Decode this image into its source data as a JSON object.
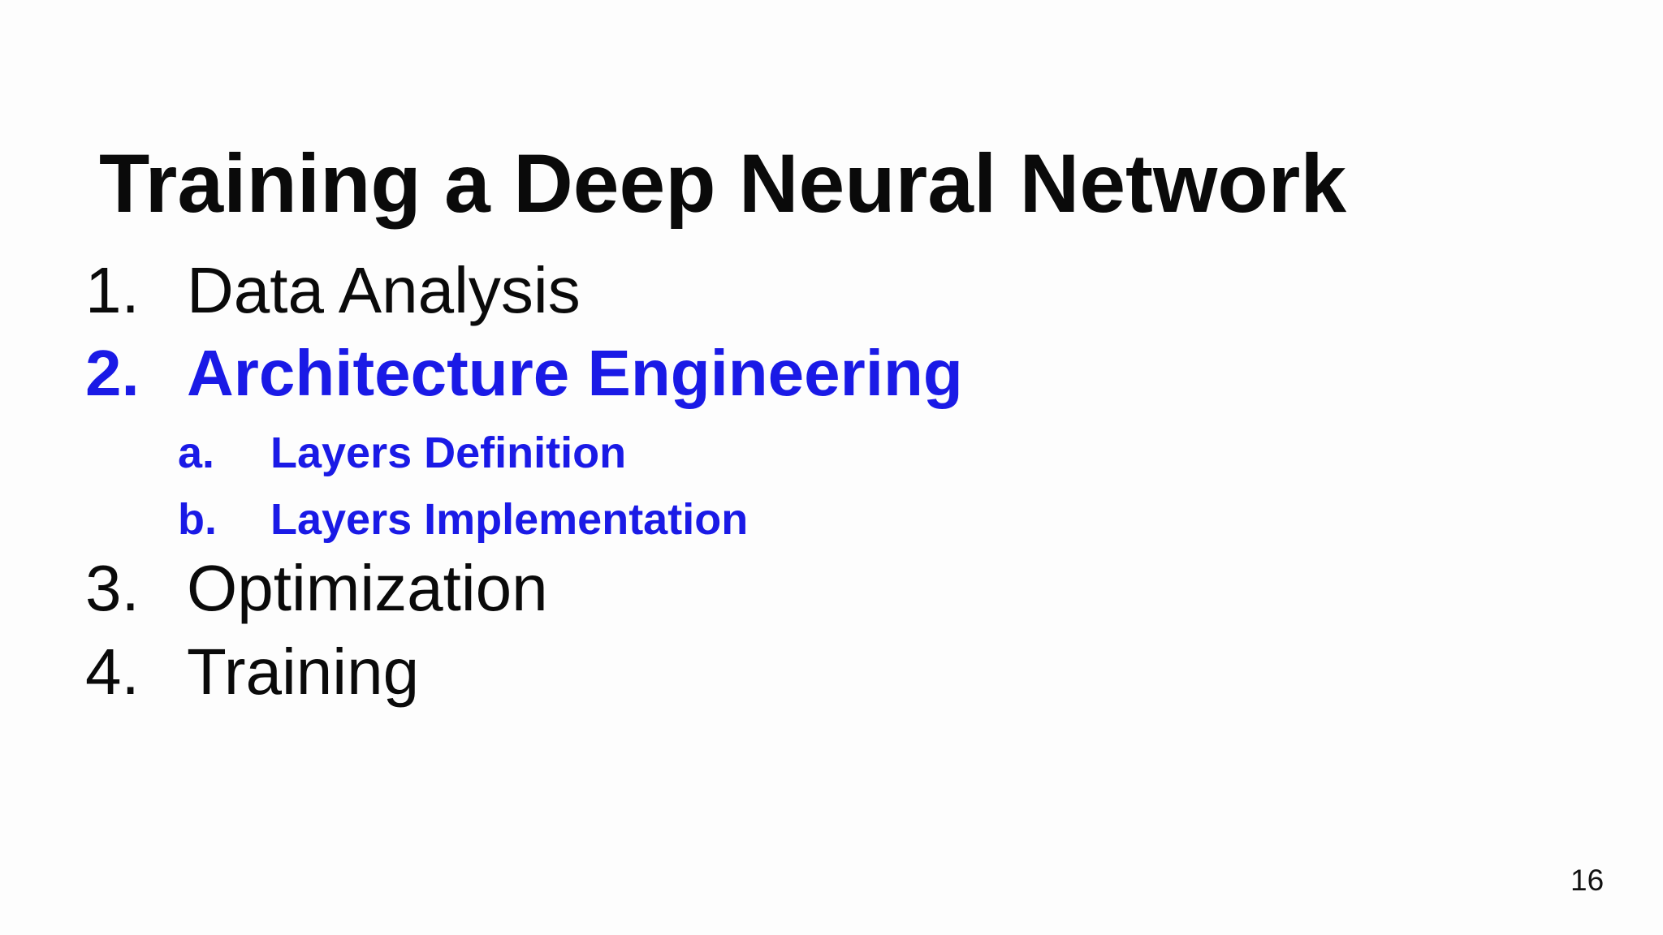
{
  "slide": {
    "title": "Training a Deep Neural Network",
    "page_number": "16",
    "colors": {
      "accent_blue": "#1a1ae6",
      "body_black": "#0a0a0a",
      "background": "#fdfdfd"
    },
    "list": {
      "items": [
        {
          "marker": "1.",
          "label": "Data Analysis"
        },
        {
          "marker": "2.",
          "label": "Architecture Engineering"
        },
        {
          "marker": "a.",
          "label": "Layers Definition"
        },
        {
          "marker": "b.",
          "label": "Layers Implementation"
        },
        {
          "marker": "3.",
          "label": "Optimization"
        },
        {
          "marker": "4.",
          "label": "Training"
        }
      ]
    }
  }
}
